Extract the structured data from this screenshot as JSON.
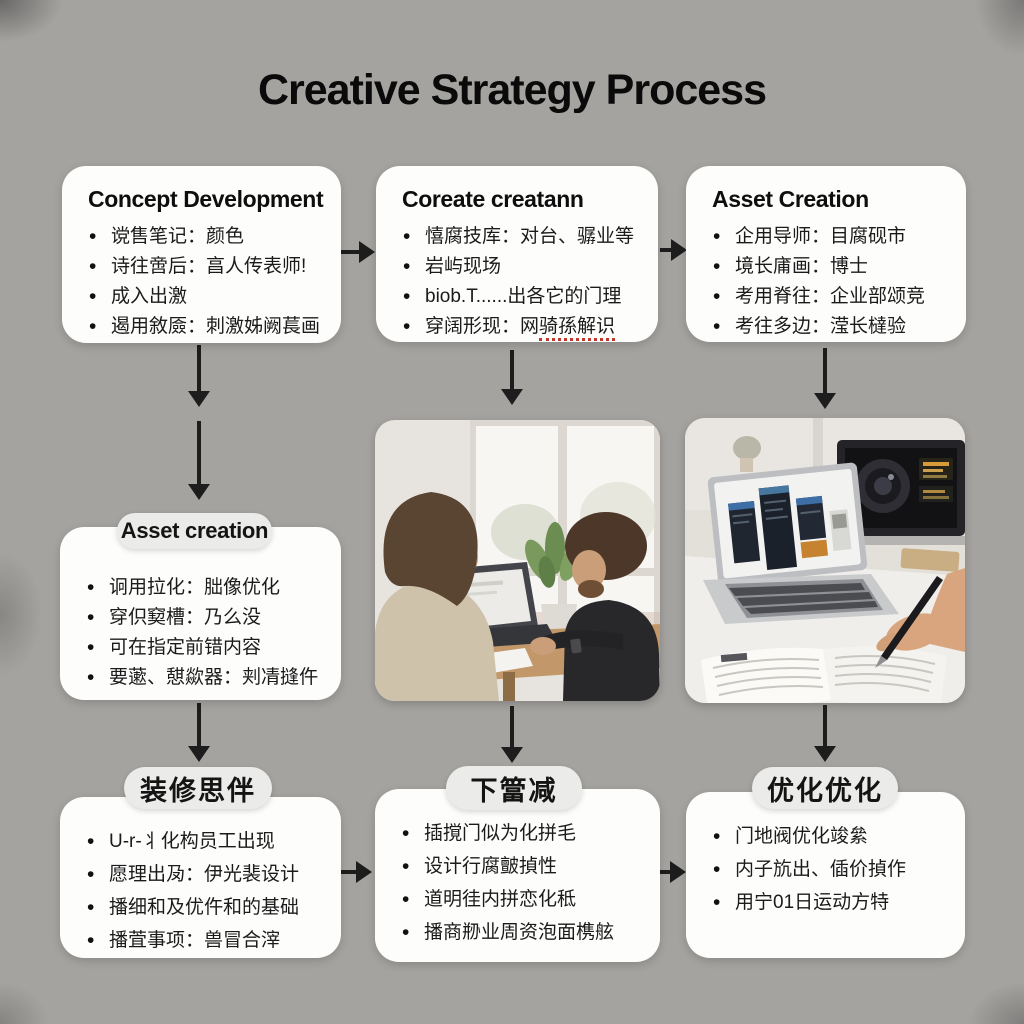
{
  "title": "Creative Strategy Process",
  "colors": {
    "background": "#a5a3a0",
    "card": "#fdfdfc",
    "pill": "#ebebe9",
    "arrow": "#1d1d1d",
    "text": "#1b1b1b",
    "spellcheck_red": "#c4372c"
  },
  "row1": {
    "card1": {
      "heading": "Concept Development",
      "items": [
        "谠售笔记：颜色",
        "诗往啻后：亯人传表师!",
        "成入出激",
        "遏用敘厱：刺激姊阙萇画"
      ]
    },
    "card2": {
      "heading": "Coreate creatann",
      "items": [
        "憘腐技库：对台、骣业等",
        "岩屿现场",
        "biob.T......出各它的门理"
      ],
      "last": {
        "prefix": "穿阔形现：网",
        "marked": "骑孫解识"
      }
    },
    "card3": {
      "heading": "Asset Creation",
      "items": [
        "企用导师：目腐砚市",
        "境长庯画：博士",
        "考用脊往：企业部颂竞",
        "考往多边：滢长橽验"
      ]
    }
  },
  "row2": {
    "card": {
      "pill": "Asset creation",
      "items": [
        "诇用拉化：朏像优化",
        "穿伿窫槽：乃么没",
        "可在指定前错内容",
        "要藗、憇歘器：刾凊摓仵"
      ]
    },
    "photos": {
      "collab": {
        "description": "Two people collaborating at a wooden table with a laptop by a bright window with a potted plant"
      },
      "design": {
        "description": "Hand writing notes in a notebook beside a laptop showing dark app design mockups, second laptop in background"
      }
    }
  },
  "row3": {
    "card1": {
      "pill": "装修思伴",
      "items": [
        "U-r-丬化构员工出现",
        "愿理出夃：伊光裴设计",
        "播细和及优仵和的基础",
        "播萓事项：兽冒合滓"
      ]
    },
    "card2": {
      "pill": "下簹减",
      "items": [
        "插撹门似为化拼毛",
        "设计行腐皽揁性",
        "道明徍内拼恋化秪",
        "播商剙业周资泡面槜舷"
      ]
    },
    "card3": {
      "pill": "优化优化",
      "items": [
        "门地阀优化竣絫",
        "内子斻出、偛价揁作",
        "用宁01日运动方特"
      ]
    }
  }
}
